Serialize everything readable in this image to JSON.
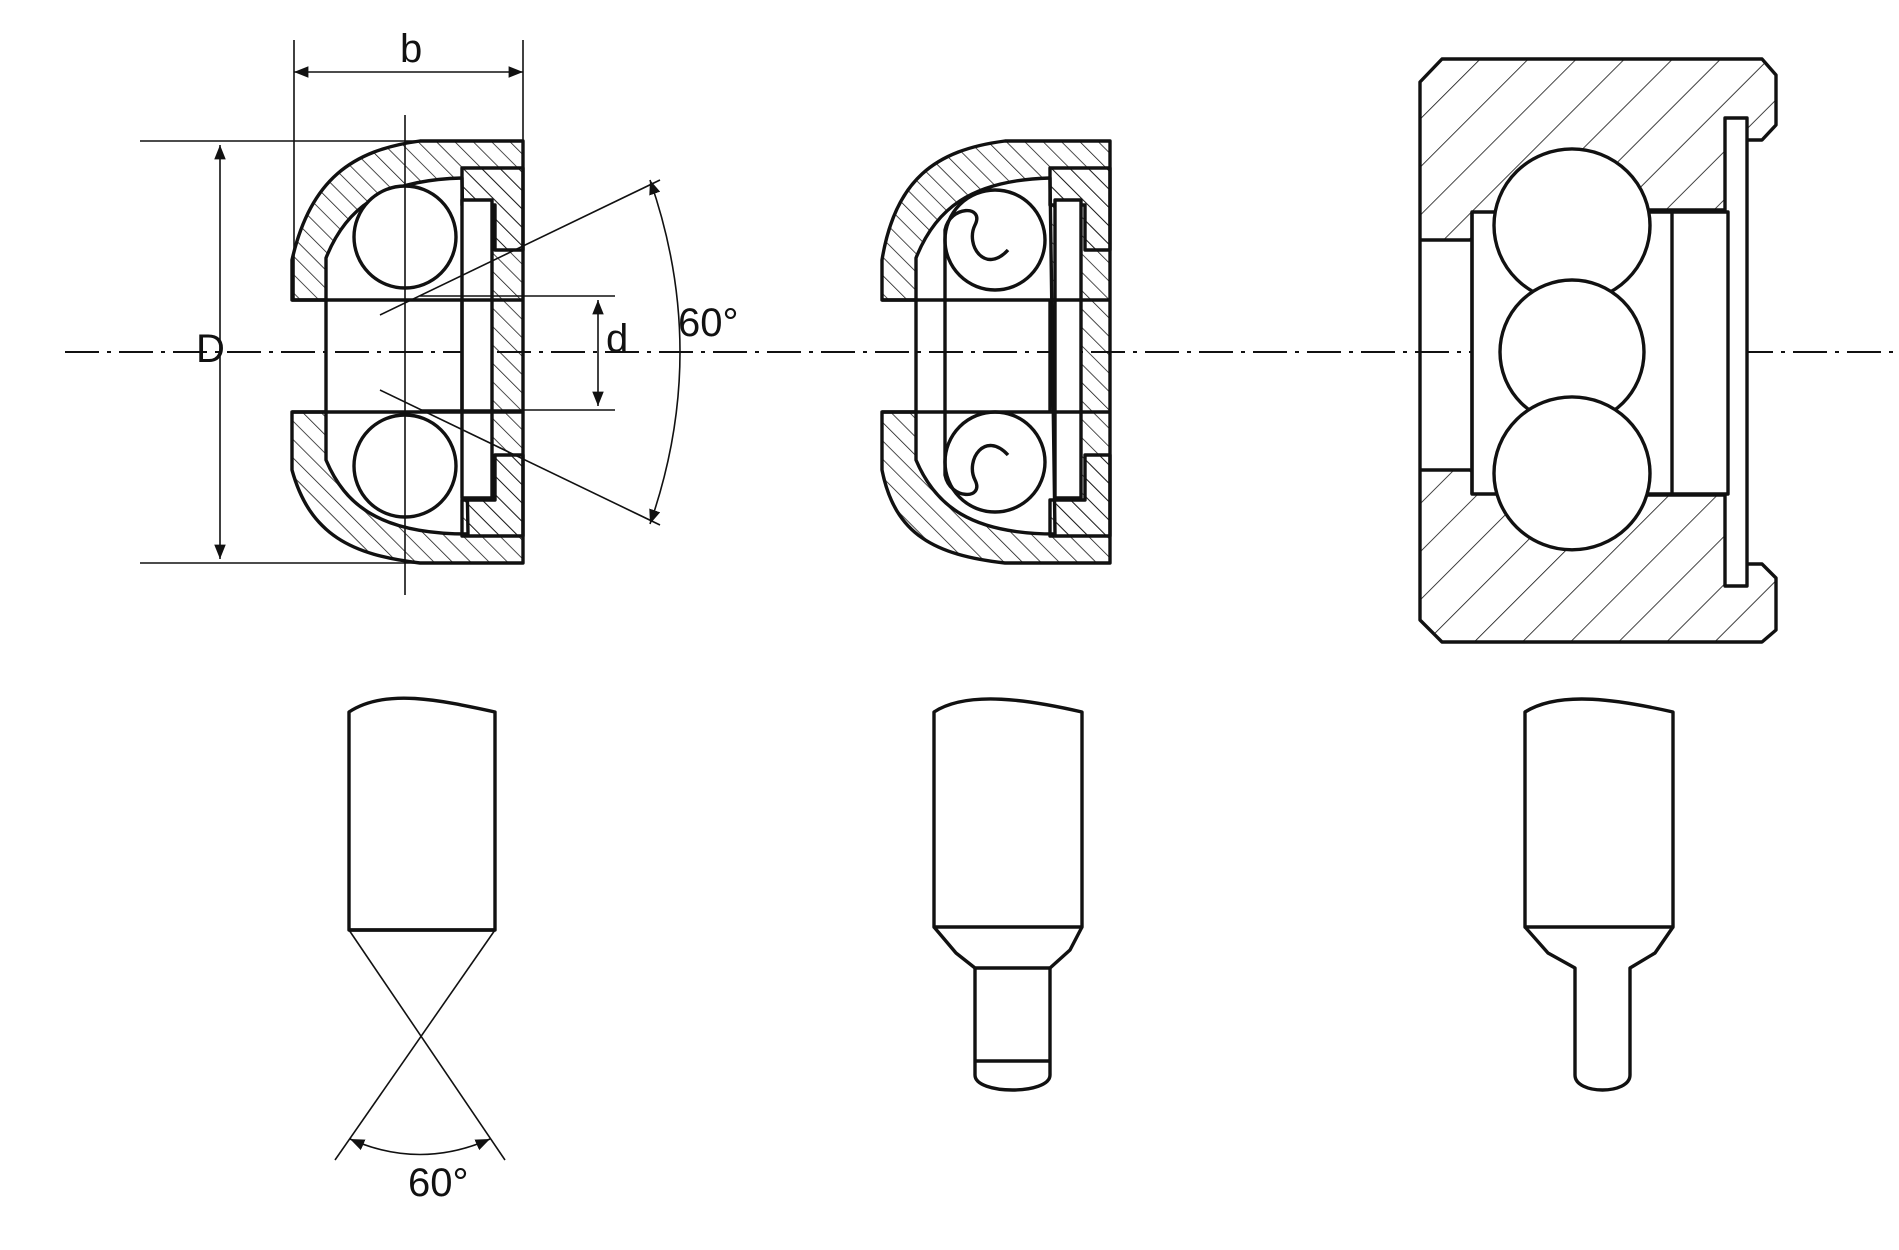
{
  "dimensions": {
    "width_label": "b",
    "outer_diameter_label": "D",
    "inner_diameter_label": "d",
    "angle_label": "60°",
    "tool_angle_label": "60°"
  }
}
